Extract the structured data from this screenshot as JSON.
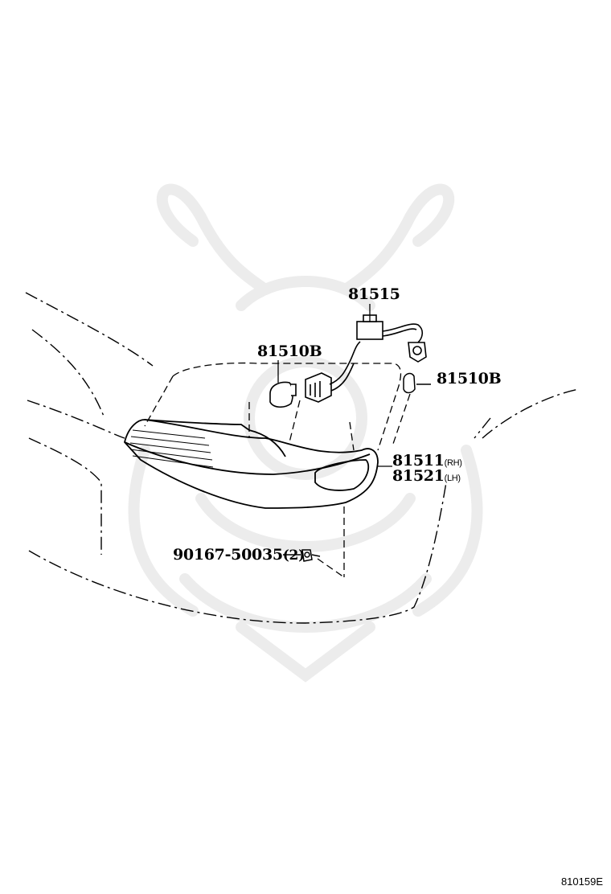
{
  "parts": {
    "harness": {
      "number": "81515"
    },
    "bulb_left": {
      "number": "81510B"
    },
    "bulb_right": {
      "number": "81510B"
    },
    "lamp_rh": {
      "number": "81511",
      "side": "(RH)"
    },
    "lamp_lh": {
      "number": "81521",
      "side": "(LH)"
    },
    "screw": {
      "number": "90167-50035",
      "qty": "(2)"
    }
  },
  "illustration_id": "810159E",
  "colors": {
    "line": "#000000",
    "watermark": "#ececec",
    "background": "#ffffff"
  }
}
